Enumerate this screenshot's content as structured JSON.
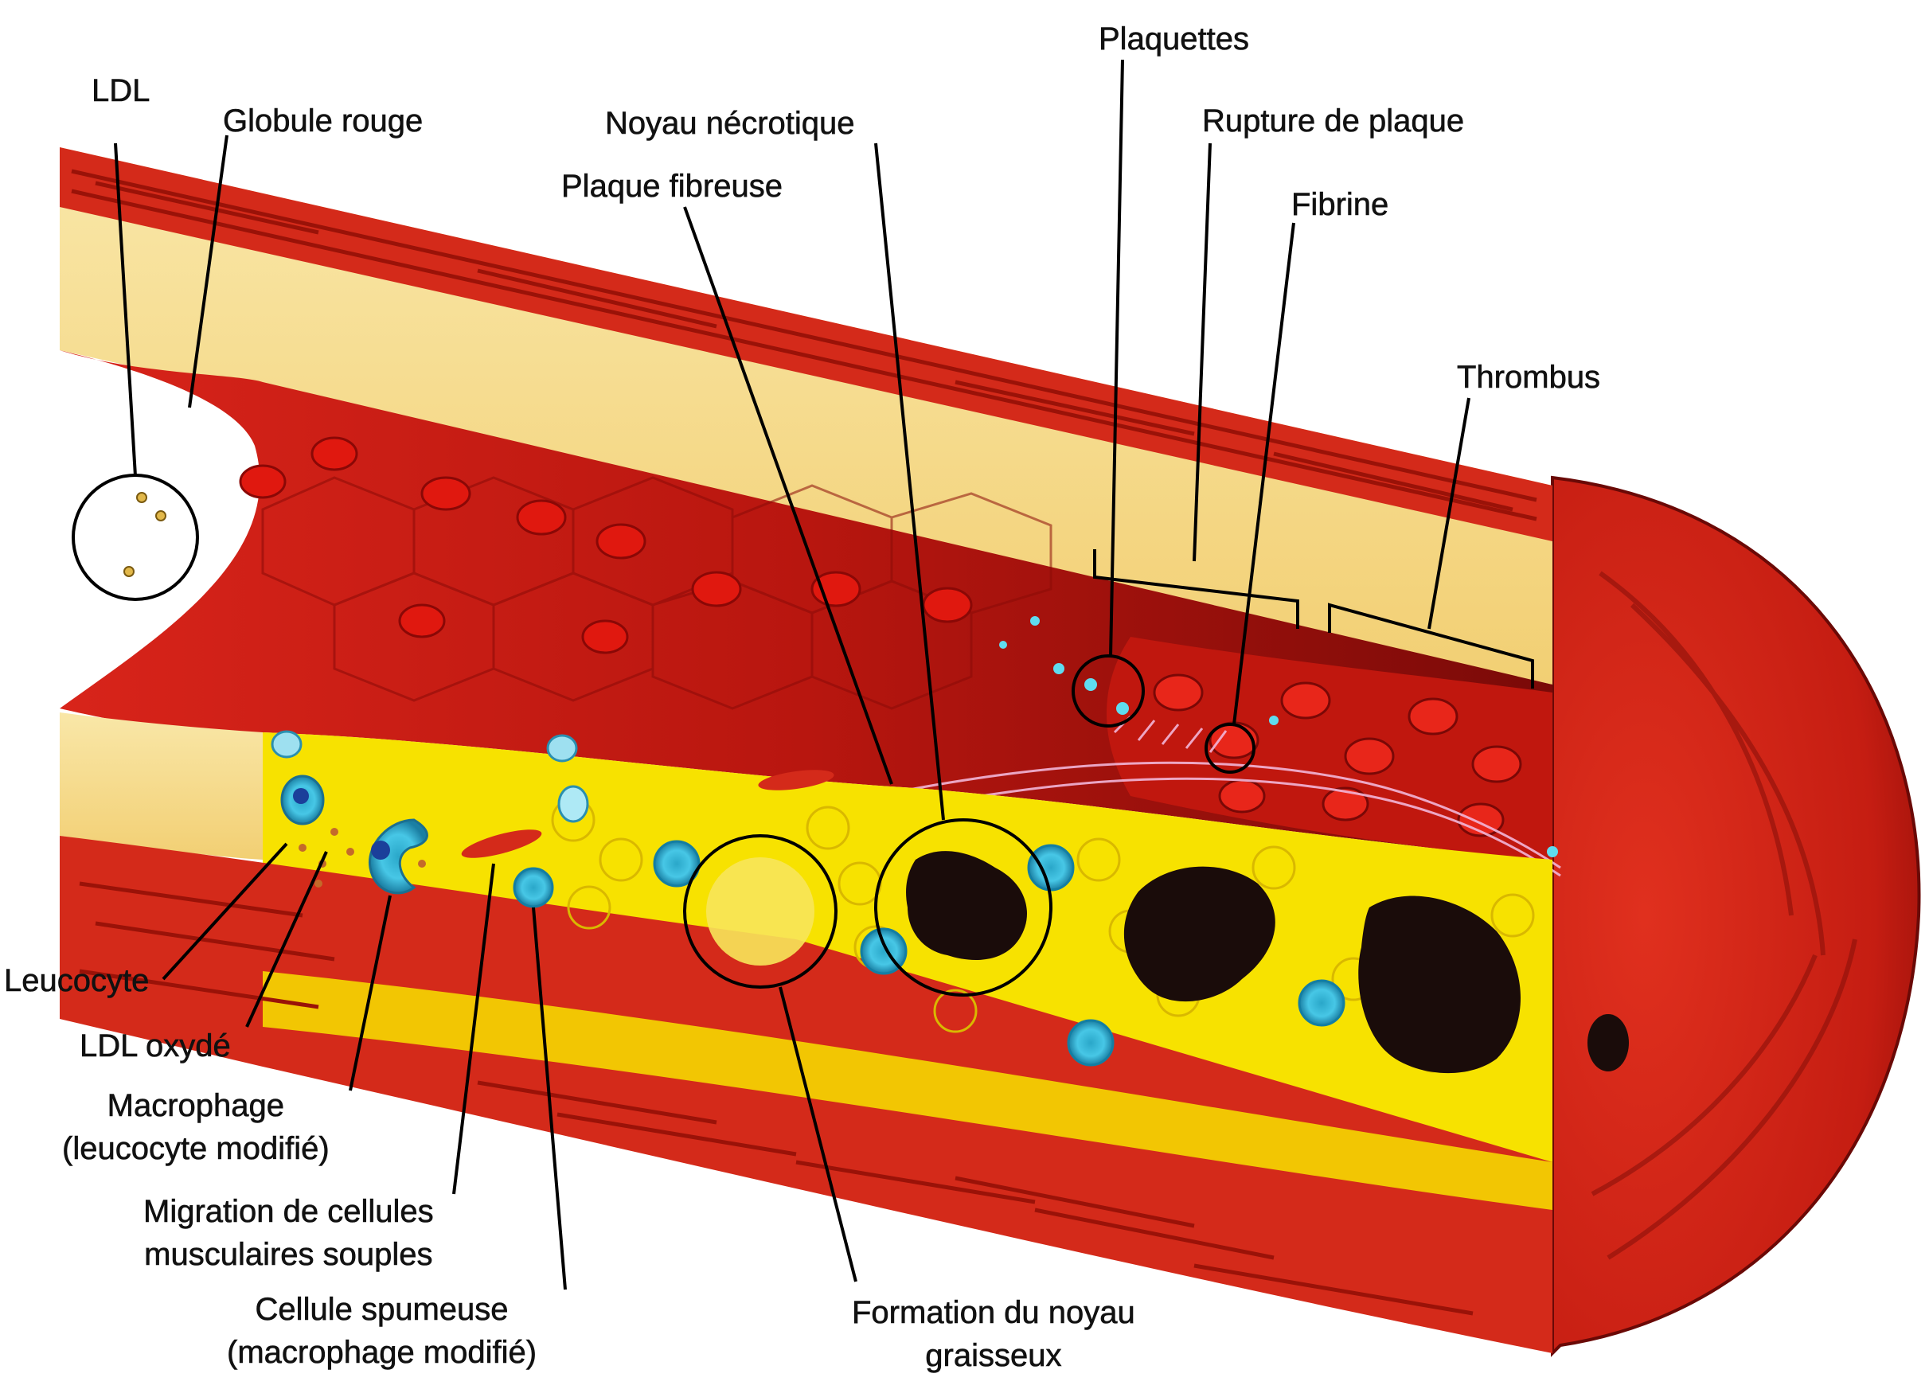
{
  "labels": {
    "ldl": "LDL",
    "globule_rouge": "Globule rouge",
    "noyau_necrotique": "Noyau nécrotique",
    "plaque_fibreuse": "Plaque fibreuse",
    "plaquettes": "Plaquettes",
    "rupture_plaque": "Rupture de plaque",
    "fibrine": "Fibrine",
    "thrombus": "Thrombus",
    "leucocyte": "Leucocyte",
    "ldl_oxyde": "LDL oxydé",
    "macrophage": [
      "Macrophage",
      "(leucocyte modifié)"
    ],
    "migration": [
      "Migration de cellules",
      "musculaires souples"
    ],
    "cellule_spumeuse": [
      "Cellule spumeuse",
      "(macrophage modifié)"
    ],
    "formation_noyau": [
      "Formation du noyau",
      "graisseux"
    ]
  },
  "colors": {
    "muscle_red": "#d42a1a",
    "adventitia_cream": "#f6d98a",
    "lumen_dark": "#8a0d0d",
    "plaque_yellow": "#f7e200",
    "necrotic_black": "#1a0c0a",
    "cell_cyan": "#2fb7d8"
  }
}
